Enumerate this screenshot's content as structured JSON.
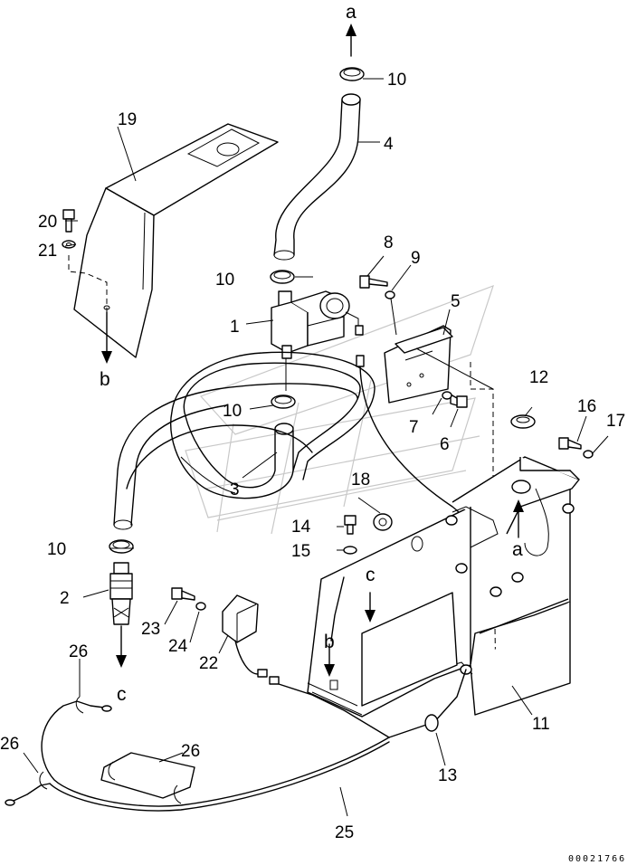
{
  "callouts": {
    "c1": "1",
    "c2": "2",
    "c3": "3",
    "c4": "4",
    "c5": "5",
    "c6": "6",
    "c7": "7",
    "c8": "8",
    "c9": "9",
    "c10a": "10",
    "c10b": "10",
    "c10c": "10",
    "c10d": "10",
    "c11": "11",
    "c12": "12",
    "c13": "13",
    "c14": "14",
    "c15": "15",
    "c16": "16",
    "c17": "17",
    "c18": "18",
    "c19": "19",
    "c20": "20",
    "c21": "21",
    "c22": "22",
    "c23": "23",
    "c24": "24",
    "c25": "25",
    "c26a": "26",
    "c26b": "26",
    "c26c": "26"
  },
  "connection_marks": {
    "a_top": "a",
    "a_tank": "a",
    "b_left": "b",
    "b_bracket": "b",
    "c_left": "c",
    "c_tank": "c"
  },
  "document_number": "00021766",
  "colors": {
    "line": "#000000",
    "background": "#ffffff",
    "watermark": "#c8c8c8"
  }
}
